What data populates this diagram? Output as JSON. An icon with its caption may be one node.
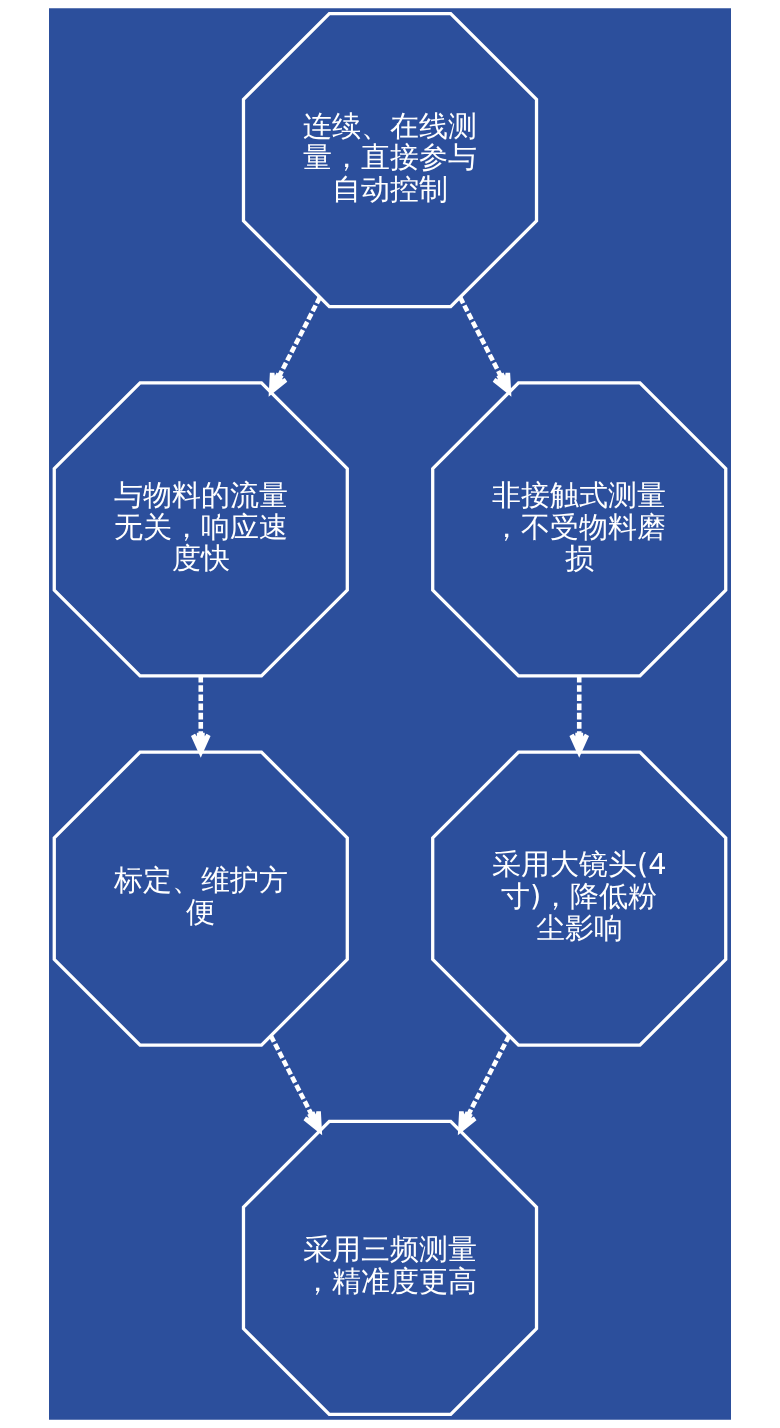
{
  "diagram": {
    "nodes": [
      {
        "text": [
          "连续、在线测量，直接参与自动控制"
        ]
      },
      {
        "text": [
          "与物料的流量无关，响应速度快"
        ]
      },
      {
        "text": [
          "非接触式测量，不受物料磨损"
        ]
      },
      {
        "text": [
          "标定、维护方便"
        ]
      },
      {
        "text": [
          "采用大镜头(4寸)，降低粉尘影响"
        ]
      },
      {
        "text": [
          "采用三频测量，精准度更高"
        ]
      }
    ],
    "edges": [
      {
        "from": 0,
        "to": 1,
        "arrow": "to",
        "style": "dashed"
      },
      {
        "from": 0,
        "to": 2,
        "arrow": "to",
        "style": "dashed"
      },
      {
        "from": 1,
        "to": 3,
        "arrow": "to",
        "style": "dashed"
      },
      {
        "from": 2,
        "to": 4,
        "arrow": "to",
        "style": "dashed"
      },
      {
        "from": 3,
        "to": 5,
        "arrow": "to",
        "style": "dashed"
      },
      {
        "from": 4,
        "to": 5,
        "arrow": "to",
        "style": "dashed"
      }
    ]
  }
}
